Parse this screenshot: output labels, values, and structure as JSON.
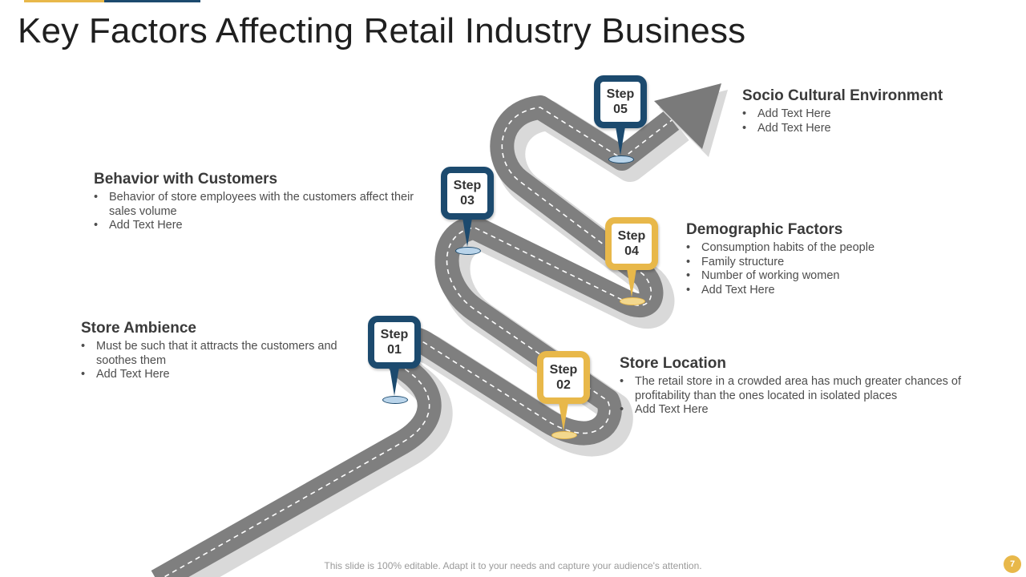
{
  "slide": {
    "title": "Key Factors Affecting Retail Industry Business",
    "footer": "This slide is 100% editable. Adapt it to your needs and capture your audience's attention.",
    "page_number": "7"
  },
  "colors": {
    "navy": "#1c4a6e",
    "gold": "#e8b84a",
    "road": "#7f7f7f",
    "road_shadow": "#d9d9d9",
    "arrow": "#7a7a7a"
  },
  "steps": [
    {
      "label": "Step",
      "number": "01",
      "color": "navy"
    },
    {
      "label": "Step",
      "number": "02",
      "color": "gold"
    },
    {
      "label": "Step",
      "number": "03",
      "color": "navy"
    },
    {
      "label": "Step",
      "number": "04",
      "color": "gold"
    },
    {
      "label": "Step",
      "number": "05",
      "color": "navy"
    }
  ],
  "factors": {
    "store_ambience": {
      "title": "Store Ambience",
      "bullets": [
        "Must be such that it attracts the customers and soothes them",
        "Add Text Here"
      ]
    },
    "store_location": {
      "title": "Store Location",
      "bullets": [
        "The retail store in a crowded area has much greater chances of profitability than the ones located in isolated places",
        "Add Text Here"
      ]
    },
    "behavior_with_customers": {
      "title": "Behavior with Customers",
      "bullets": [
        "Behavior of store employees with the customers affect their sales volume",
        "Add Text Here"
      ]
    },
    "demographic_factors": {
      "title": "Demographic Factors",
      "bullets": [
        "Consumption habits of the people",
        "Family structure",
        "Number of working women",
        "Add Text Here"
      ]
    },
    "socio_cultural_environment": {
      "title": "Socio Cultural Environment",
      "bullets": [
        "Add Text Here",
        "Add Text Here"
      ]
    }
  }
}
